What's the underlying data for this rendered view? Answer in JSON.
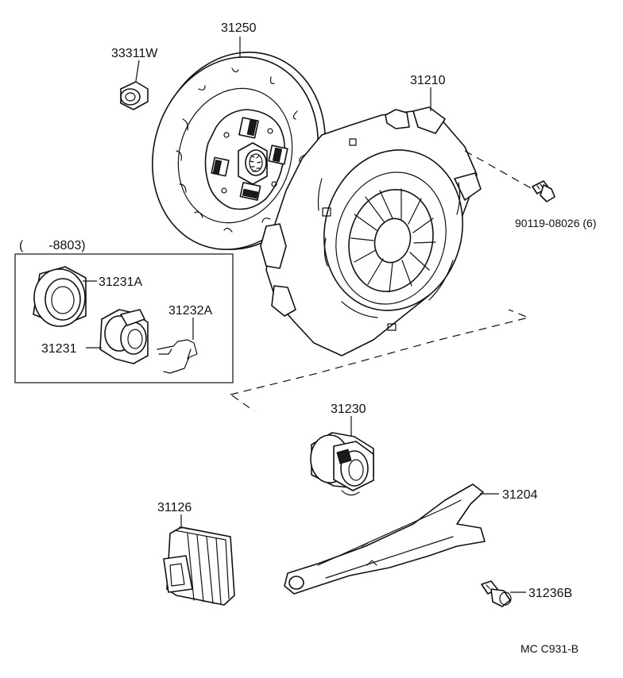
{
  "labels": {
    "pilot_bearing": "33311W",
    "disc": "31250",
    "cover": "31210",
    "bolt": "90119-08026 (6)",
    "group_range": "(　　-8803)",
    "release_bearing_a": "31231A",
    "hub_clip": "31232A",
    "hub": "31231",
    "release_bearing": "31230",
    "fork": "31204",
    "boot": "31126",
    "pivot_bolt": "31236B",
    "drawing_code": "MC  C931-B"
  }
}
